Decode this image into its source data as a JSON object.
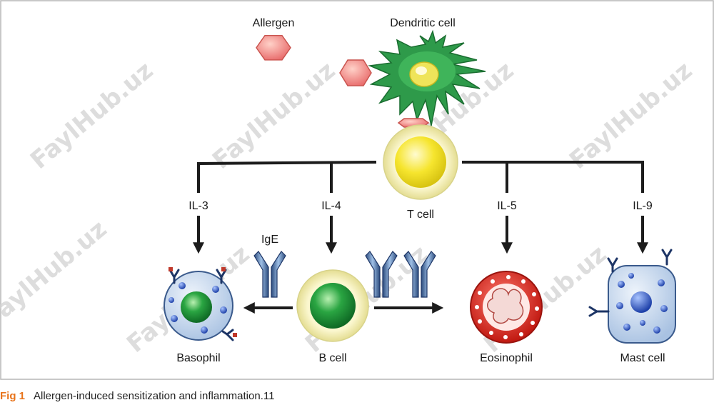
{
  "labels": {
    "allergen": "Allergen",
    "dendritic_cell": "Dendritic cell",
    "t_cell": "T cell",
    "il3": "IL-3",
    "il4": "IL-4",
    "il5": "IL-5",
    "il9": "IL-9",
    "ige": "IgE",
    "basophil": "Basophil",
    "b_cell": "B cell",
    "eosinophil": "Eosinophil",
    "mast_cell": "Mast cell"
  },
  "watermark": "FaylHub.uz",
  "caption": {
    "figure_label": "Fig 1",
    "text": "Allergen-induced sensitization and inflammation.11"
  },
  "colors": {
    "frame": "#b5b5b5",
    "arrow": "#1c1c1c",
    "allergen": "#f28b8b",
    "dendritic": "#2e9a4a",
    "t_cell": "#f5e63a",
    "b_cell": "#1e8f35",
    "basophil_body": "#c7d9ef",
    "eosinophil": "#d8261f",
    "mast_cell_body": "#c9dcf2",
    "caption_accent": "#e8731a"
  }
}
